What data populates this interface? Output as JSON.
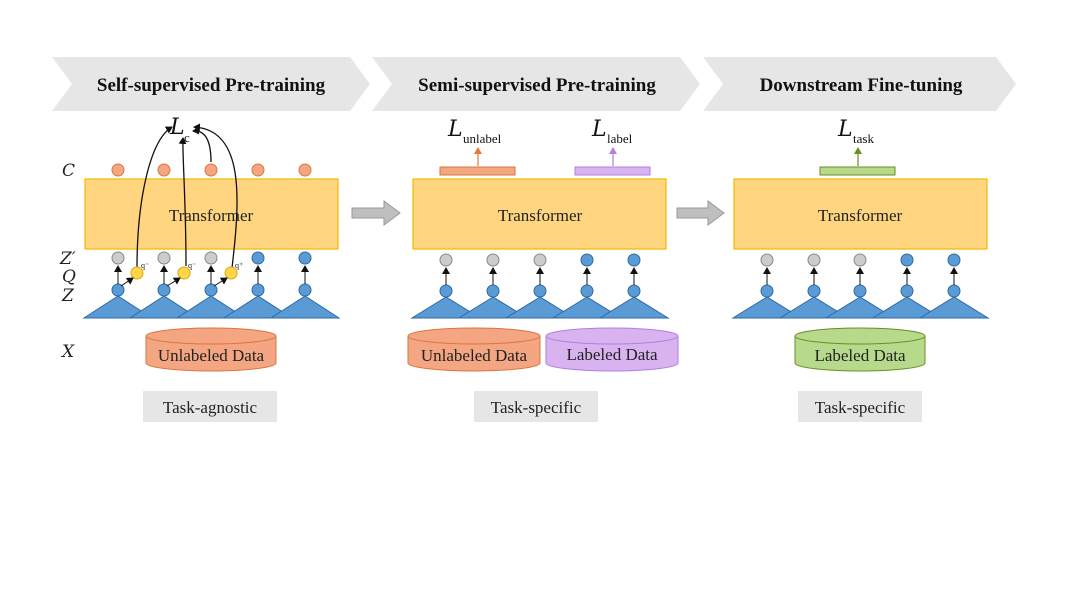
{
  "stages": [
    {
      "title": "Self-supervised Pre-training",
      "model_label": "Transformer",
      "data_labels": [
        "Unlabeled Data"
      ],
      "tag": "Task-agnostic",
      "loss": {
        "symbol": "L",
        "sub": "c"
      },
      "quantized_labels": [
        "q⁻",
        "q⁻",
        "q⁺"
      ]
    },
    {
      "title": "Semi-supervised Pre-training",
      "model_label": "Transformer",
      "data_labels": [
        "Unlabeled Data",
        "Labeled Data"
      ],
      "tag": "Task-specific",
      "losses": [
        {
          "symbol": "L",
          "sub": "unlabel"
        },
        {
          "symbol": "L",
          "sub": "label"
        }
      ]
    },
    {
      "title": "Downstream Fine-tuning",
      "model_label": "Transformer",
      "data_labels": [
        "Labeled Data"
      ],
      "tag": "Task-specific",
      "loss": {
        "symbol": "L",
        "sub": "task"
      }
    }
  ],
  "row_labels": {
    "c": "C",
    "z_prime": "Z′",
    "q": "Q",
    "z": "Z",
    "x": "X"
  },
  "colors": {
    "transformer_fill": "#FFD580",
    "transformer_stroke": "#F5B800",
    "blue": "#5B9BD5",
    "blue_dark": "#2E6AA6",
    "gray_node": "#CCCCCC",
    "orange_node": "#F4A582",
    "yellow_node": "#FFD54F",
    "unlabeled_data": "#F4A582",
    "labeled_data_purple": "#D9B3F0",
    "labeled_data_green": "#B7D98B",
    "head_orange": "#F4A582",
    "head_purple": "#D9B3F0",
    "head_green": "#B7D98B",
    "banner": "#E6E6E6",
    "tag_bg": "#E6E6E6",
    "arrow_gray": "#BFBFBF"
  }
}
